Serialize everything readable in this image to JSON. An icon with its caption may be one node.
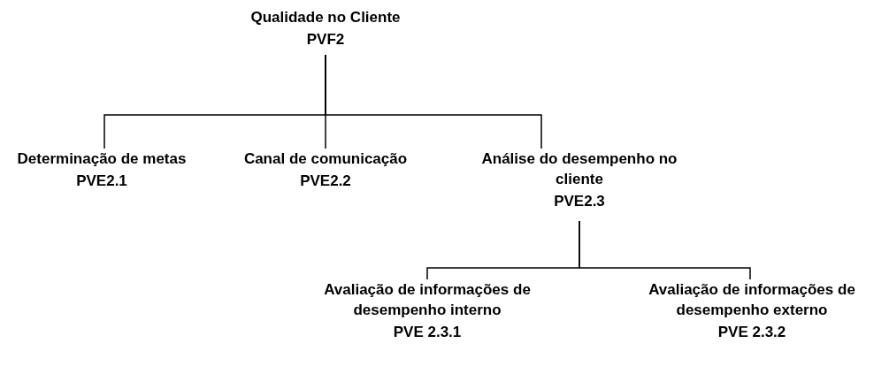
{
  "diagram": {
    "nodes": [
      {
        "text": [
          "Qualidade no Cliente",
          "PVF2"
        ]
      },
      {
        "text": [
          "Determinação de metas",
          "PVE2.1"
        ]
      },
      {
        "text": [
          "Canal de comunicação",
          "PVE2.2"
        ]
      },
      {
        "text": [
          "Análise do desempenho no cliente",
          "PVE2.3"
        ]
      },
      {
        "text": [
          "Avaliação de informações de desempenho interno",
          "PVE 2.3.1"
        ]
      },
      {
        "text": [
          "Avaliação de informações de desempenho externo",
          "PVE 2.3.2"
        ]
      }
    ],
    "edges": [
      {
        "from": 0,
        "to": 1,
        "arrow": "none"
      },
      {
        "from": 0,
        "to": 2,
        "arrow": "none"
      },
      {
        "from": 0,
        "to": 3,
        "arrow": "none"
      },
      {
        "from": 3,
        "to": 4,
        "arrow": "none"
      },
      {
        "from": 3,
        "to": 5,
        "arrow": "none"
      }
    ]
  }
}
